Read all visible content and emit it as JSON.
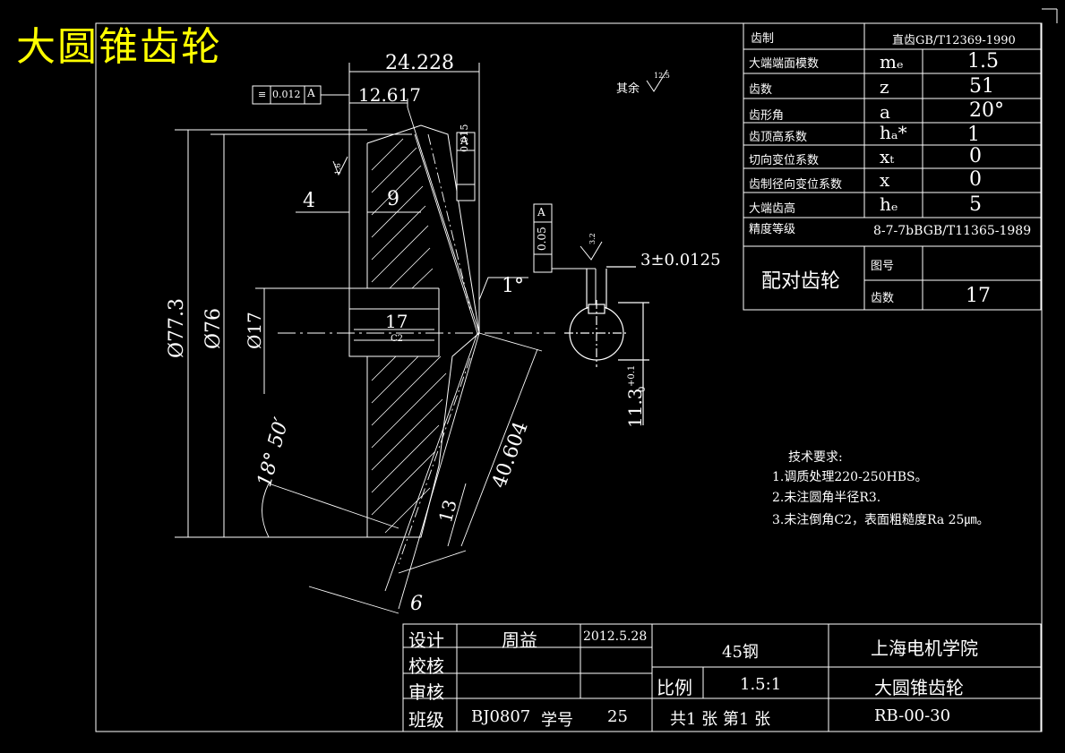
{
  "title": "大圆锥齿轮",
  "params": {
    "rows": [
      {
        "label": "齿制",
        "symbol": "",
        "value": "直齿GB/T12369-1990"
      },
      {
        "label": "大端端面模数",
        "symbol": "mₑ",
        "value": "1.5"
      },
      {
        "label": "齿数",
        "symbol": "z",
        "value": "51"
      },
      {
        "label": "齿形角",
        "symbol": "a",
        "value": "20°"
      },
      {
        "label": "齿顶高系数",
        "symbol": "hₐ*",
        "value": "1"
      },
      {
        "label": "切向变位系数",
        "symbol": "xₜ",
        "value": "0"
      },
      {
        "label": "齿制径向变位系数",
        "symbol": "x",
        "value": "0"
      },
      {
        "label": "大端齿高",
        "symbol": "hₑ",
        "value": "5"
      },
      {
        "label": "精度等级",
        "symbol": "",
        "value": "8-7-7bBGB/T11365-1989"
      }
    ],
    "mate": {
      "label": "配对齿轮",
      "drawing_no_label": "图号",
      "drawing_no": "",
      "teeth_label": "齿数",
      "teeth": "17"
    }
  },
  "dims": {
    "d24228": "24.228",
    "d12617": "12.617",
    "tol_0012": "0.012",
    "datum_a": "A",
    "tol_0015": "0.015",
    "tol_005": "0.05",
    "d4": "4",
    "d9": "9",
    "d17": "17",
    "c2": "C2",
    "d773": "Ø77.3",
    "d76": "Ø76",
    "d017": "Ø17",
    "angle": "18° 50′",
    "d40604": "40.604",
    "d13": "13",
    "d6": "6",
    "angle1": "1°",
    "key": "3±0.0125",
    "d113": "11.3",
    "d113tol": "+0.1",
    "d113tol0": "0",
    "rough": "12.5",
    "rest": "其余",
    "r32": "3.2",
    "r16": "1.6"
  },
  "notes": {
    "heading": "技术要求:",
    "items": [
      "1.调质处理220-250HBS。",
      "2.未注圆角半径R3.",
      "3.未注倒角C2，表面粗糙度Ra 25㎛。"
    ]
  },
  "titleblock": {
    "design_label": "设计",
    "designer": "周益",
    "date": "2012.5.28",
    "check_label": "校核",
    "review_label": "审核",
    "class_label": "班级",
    "class_value": "BJ0807",
    "sid_label": "学号",
    "sid": "25",
    "material": "45钢",
    "scale_label": "比例",
    "scale": "1.5:1",
    "sheets": "共1 张  第1  张",
    "school": "上海电机学院",
    "part_name": "大圆锥齿轮",
    "code": "RB-00-30"
  }
}
